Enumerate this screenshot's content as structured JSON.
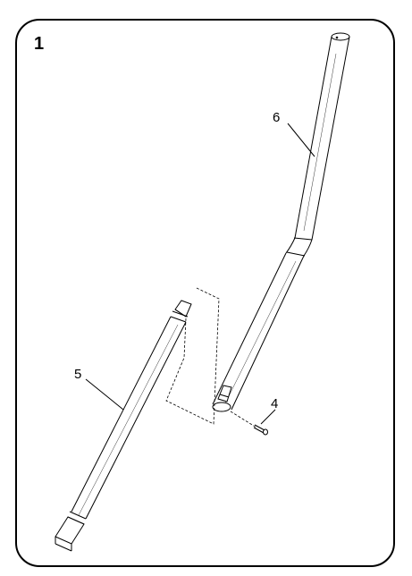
{
  "step": {
    "number": "1"
  },
  "parts": [
    {
      "label": "6",
      "name": "upper-bent-tube"
    },
    {
      "label": "5",
      "name": "lower-straight-tube"
    },
    {
      "label": "4",
      "name": "screw"
    }
  ],
  "colors": {
    "line": "#000000",
    "background": "#ffffff"
  }
}
